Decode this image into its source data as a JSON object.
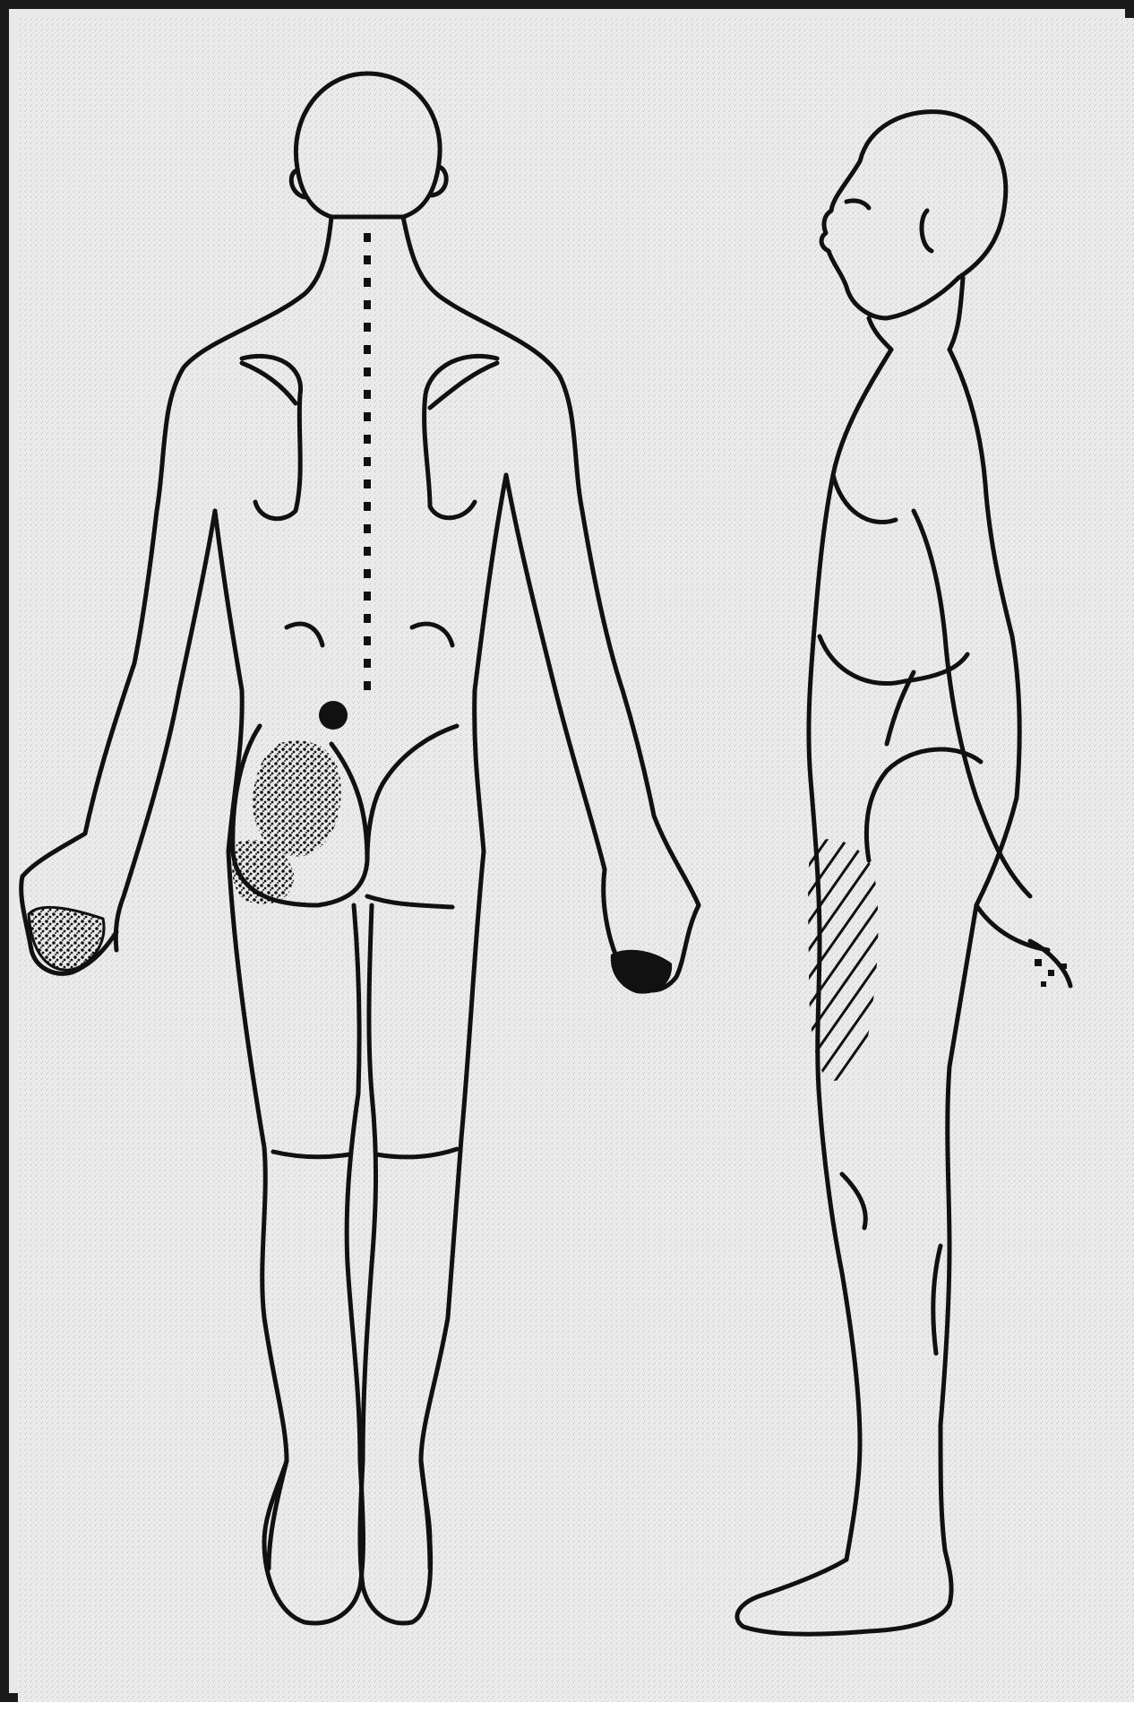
{
  "figure": {
    "kind": "pain-body-chart",
    "views": [
      "posterior",
      "lateral"
    ],
    "colors": {
      "background": "#ebebeb",
      "paper_speckle": "#cfcfcf",
      "ink": "#111111",
      "frame": "#1a1a1a"
    },
    "marks": [
      {
        "view": "posterior",
        "region": "lumbar-spine",
        "style": "dotted-line"
      },
      {
        "view": "posterior",
        "region": "left-sacroiliac",
        "style": "solid-dot"
      },
      {
        "view": "posterior",
        "region": "left-buttock",
        "style": "stippled-shading"
      },
      {
        "view": "posterior",
        "region": "left-hand",
        "style": "hatched"
      },
      {
        "view": "posterior",
        "region": "right-hand",
        "style": "solid-fill"
      },
      {
        "view": "lateral",
        "region": "lateral-thigh",
        "style": "diagonal-hatching"
      }
    ],
    "icons": [
      "posterior-body-icon",
      "lateral-body-icon"
    ]
  }
}
